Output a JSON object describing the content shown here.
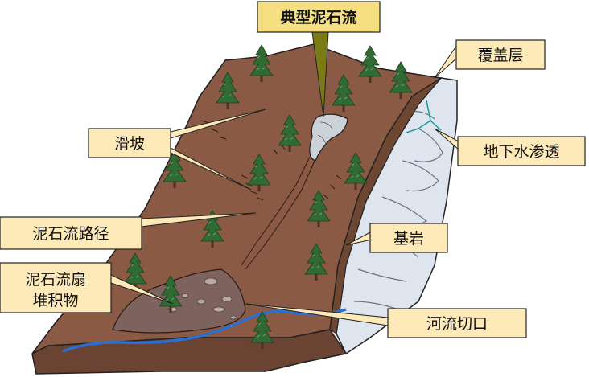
{
  "labels": {
    "debris_flow_typical": "典型泥石流",
    "cover_layer": "覆盖层",
    "landslide": "滑坡",
    "groundwater_seepage": "地下水渗透",
    "debris_flow_path": "泥石流路径",
    "bedrock": "基岩",
    "debris_fan_line1": "泥石流扇",
    "debris_fan_line2": "堆积物",
    "river_incision": "河流切口"
  },
  "colors": {
    "slope_brown": "#8a5a44",
    "label_fill": "#fdeab8",
    "label_fill_highlight": "#f5df80",
    "bedrock_fill": "#dfe5ee",
    "river_blue": "#2a6fd1",
    "tree_green": "#2f6b33"
  }
}
